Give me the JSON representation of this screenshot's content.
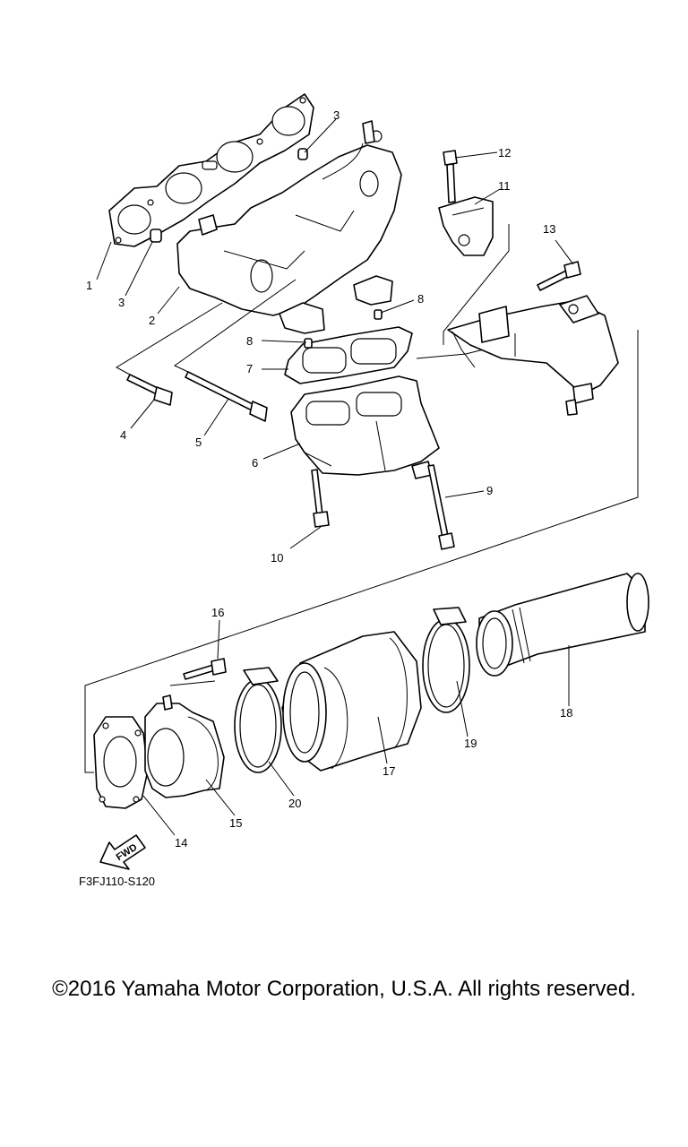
{
  "diagram": {
    "callouts": [
      {
        "id": "1",
        "label": "1"
      },
      {
        "id": "2",
        "label": "2"
      },
      {
        "id": "3a",
        "label": "3"
      },
      {
        "id": "3b",
        "label": "3"
      },
      {
        "id": "4",
        "label": "4"
      },
      {
        "id": "5",
        "label": "5"
      },
      {
        "id": "6",
        "label": "6"
      },
      {
        "id": "7",
        "label": "7"
      },
      {
        "id": "8a",
        "label": "8"
      },
      {
        "id": "8b",
        "label": "8"
      },
      {
        "id": "9",
        "label": "9"
      },
      {
        "id": "10",
        "label": "10"
      },
      {
        "id": "11",
        "label": "11"
      },
      {
        "id": "12",
        "label": "12"
      },
      {
        "id": "13",
        "label": "13"
      },
      {
        "id": "14",
        "label": "14"
      },
      {
        "id": "15",
        "label": "15"
      },
      {
        "id": "16",
        "label": "16"
      },
      {
        "id": "17",
        "label": "17"
      },
      {
        "id": "18",
        "label": "18"
      },
      {
        "id": "19",
        "label": "19"
      },
      {
        "id": "20",
        "label": "20"
      }
    ],
    "fwd_label": "FWD",
    "figure_code": "F3FJ110-S120"
  },
  "footer": {
    "copyright": "©2016 Yamaha Motor Corporation, U.S.A. All rights reserved."
  }
}
